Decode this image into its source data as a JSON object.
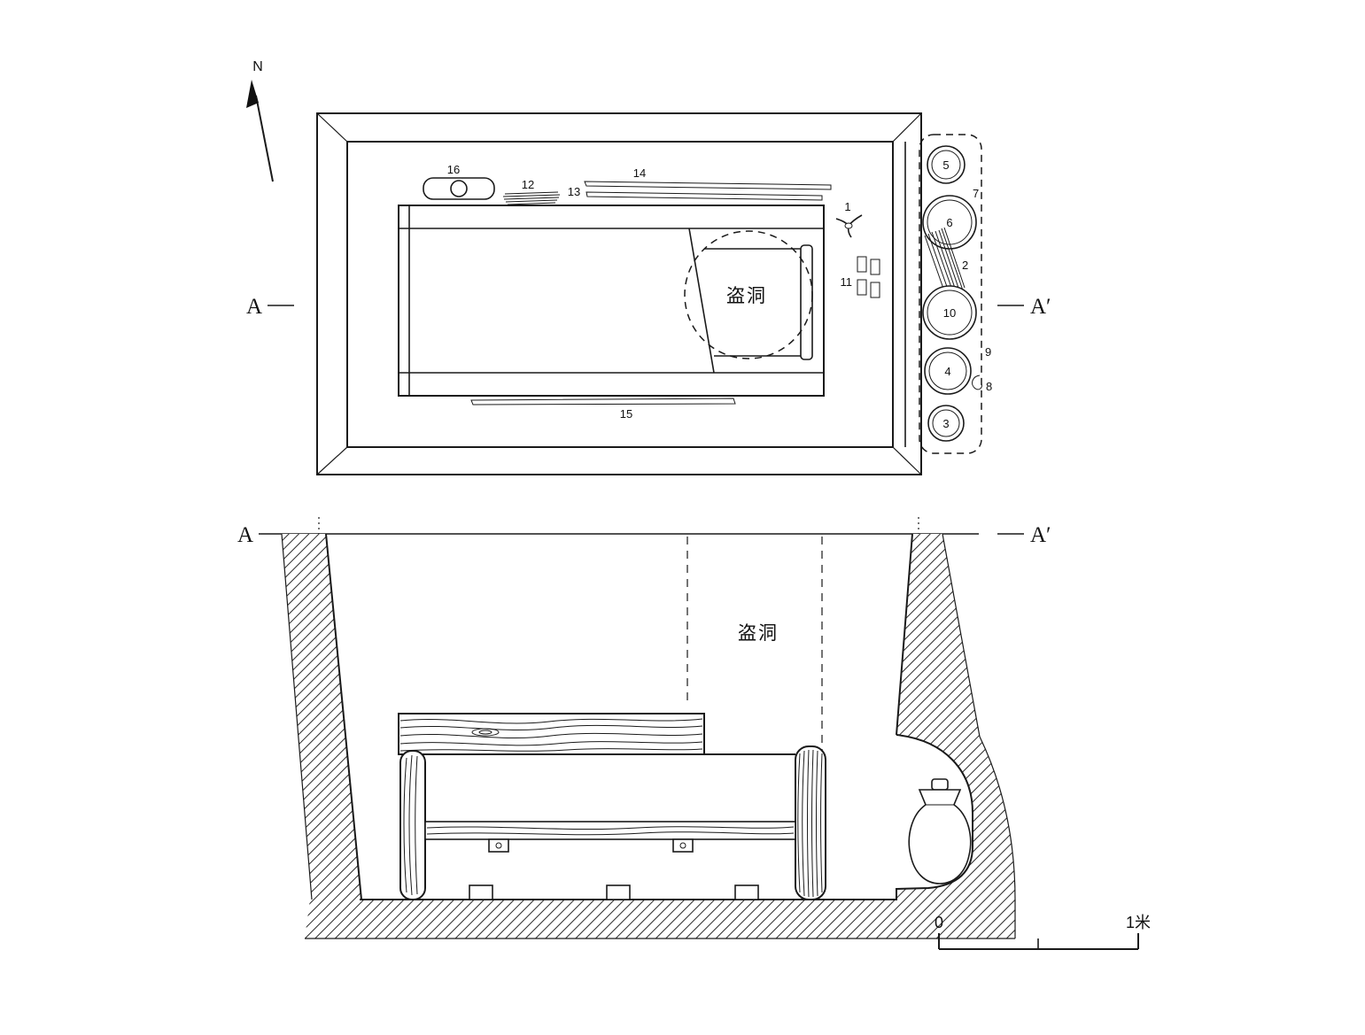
{
  "figure": {
    "compass_label": "N",
    "ink_color": "#1a1a1a",
    "background_color": "#ffffff",
    "scale_bar": {
      "zero": "0",
      "unit": "1米"
    }
  },
  "plan": {
    "section_label_left": "A",
    "section_label_right": "A′",
    "robber_hole": "盗洞",
    "artifact_labels": {
      "n1": "1",
      "n11": "11",
      "n12": "12",
      "n13": "13",
      "n14": "14",
      "n15": "15",
      "n16": "16"
    },
    "niche": {
      "vessel_numbers": {
        "v5": "5",
        "v6": "6",
        "v10": "10",
        "v4": "4",
        "v3": "3"
      },
      "item_labels": {
        "n7": "7",
        "n2": "2",
        "n9": "9",
        "n8": "8"
      }
    }
  },
  "section": {
    "section_label_left": "A",
    "section_label_right": "A′",
    "robber_hole": "盗洞"
  }
}
